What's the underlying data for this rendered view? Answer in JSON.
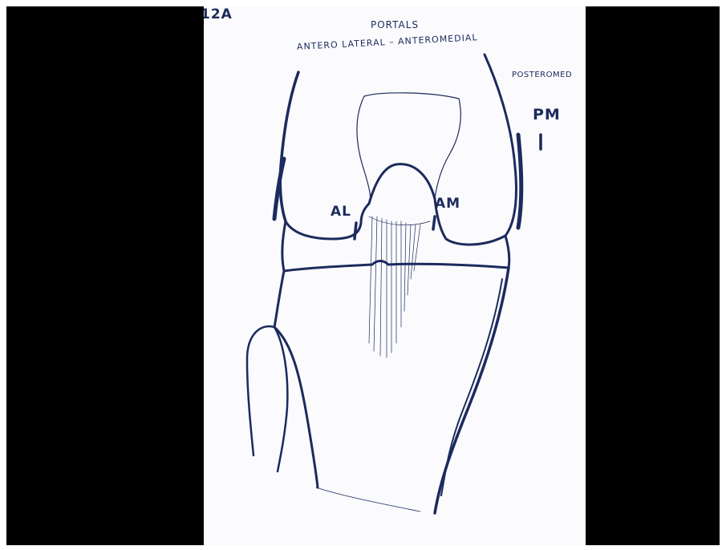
{
  "figure_label": "12A",
  "title": "PORTALS",
  "subtitle": "ANTERO LATERAL – ANTEROMEDIAL",
  "posteromedial_note": "POSTEROMED",
  "labels": {
    "anterolateral": "AL",
    "anteromedial": "AM",
    "posteromedial": "PM"
  },
  "colors": {
    "ink": "#1c2a5e",
    "paper": "#fbfbfd",
    "border": "#000000"
  }
}
